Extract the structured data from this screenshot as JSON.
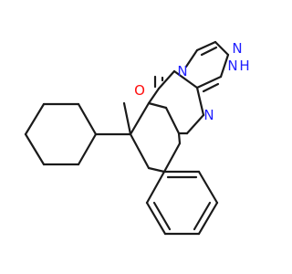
{
  "colors": {
    "bond": "#1a1a1a",
    "nitrogen": "#1f1fff",
    "oxygen": "#ff0d0d",
    "background": "#ffffff"
  },
  "atom_labels": {
    "o1": "O",
    "n_ring": "N",
    "n_top": "N",
    "n_mid": "N",
    "nh": "H",
    "n_bottom": "N"
  }
}
